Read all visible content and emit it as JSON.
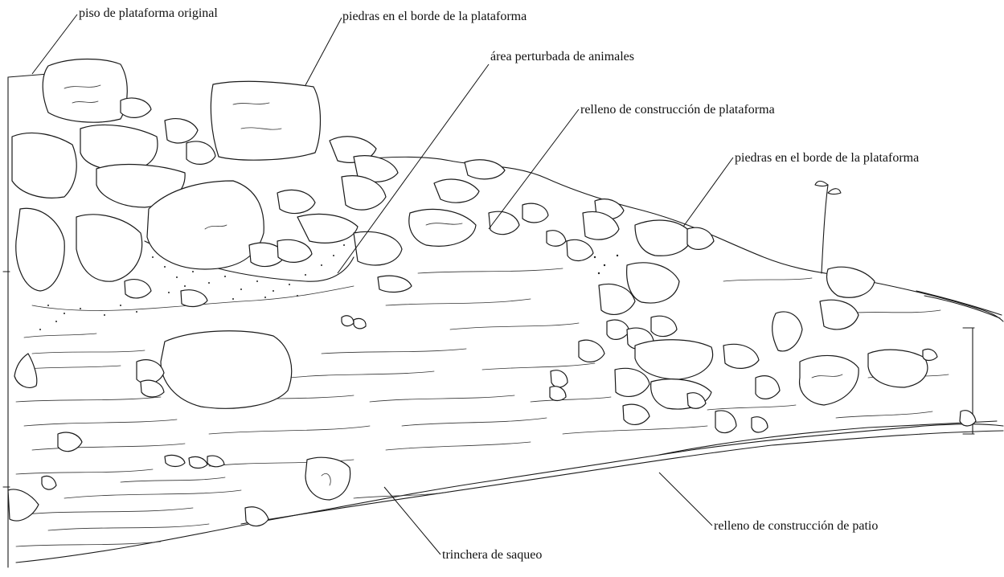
{
  "labels": {
    "original_floor": "piso de plataforma original",
    "edge_stones_top": "piedras en el borde de la plataforma",
    "disturbed_area": "área perturbada de animales",
    "platform_fill": "relleno de construcción de plataforma",
    "edge_stones_right": "piedras en el borde de la plataforma",
    "patio_fill": "relleno de construcción de patio",
    "looters_trench": "trinchera de saqueo"
  }
}
